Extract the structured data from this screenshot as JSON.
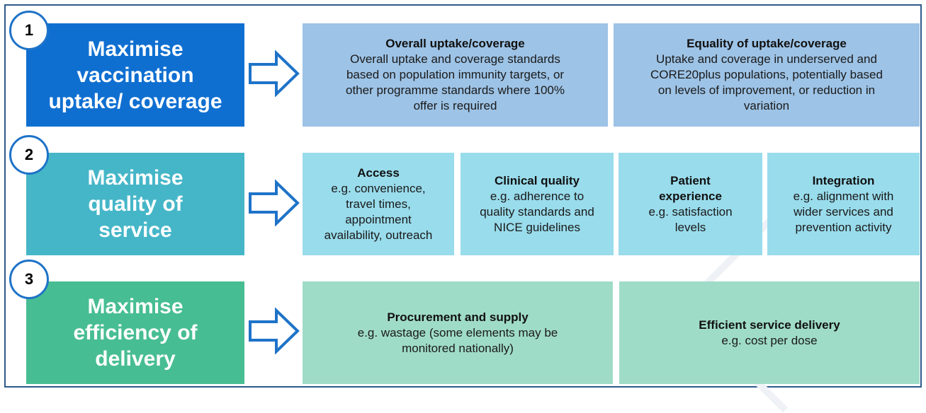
{
  "colors": {
    "frame": "#2e5a8c",
    "goal_1": "#0f6fd1",
    "goal_2": "#45b6c8",
    "goal_3": "#47bd93",
    "row_1_box": "#9dc3e6",
    "row_2_box": "#99dcec",
    "row_3_box": "#9fdcc7",
    "number_ring": "#1e73c8"
  },
  "rows": [
    {
      "number": "1",
      "goal_lines": [
        "Maximise",
        "vaccination",
        "uptake/ coverage"
      ],
      "boxes": [
        {
          "title": "Overall uptake/coverage",
          "lines": [
            "Overall uptake and coverage standards",
            "based on population immunity targets, or",
            "other programme standards where 100%",
            "offer is required"
          ]
        },
        {
          "title": "Equality of uptake/coverage",
          "lines": [
            "Uptake and coverage in underserved and",
            "CORE20plus populations, potentially based",
            "on levels of improvement, or reduction in",
            "variation"
          ]
        }
      ]
    },
    {
      "number": "2",
      "goal_lines": [
        "Maximise",
        "quality of",
        "service"
      ],
      "boxes": [
        {
          "title": "Access",
          "lines": [
            "e.g. convenience,",
            "travel times,",
            "appointment",
            "availability, outreach"
          ]
        },
        {
          "title": "Clinical quality",
          "lines": [
            "e.g. adherence to",
            "quality standards and",
            "NICE guidelines"
          ]
        },
        {
          "title": "Patient",
          "title_2": "experience",
          "lines": [
            "e.g. satisfaction",
            "levels"
          ]
        },
        {
          "title": "Integration",
          "lines": [
            "e.g. alignment with",
            "wider services and",
            "prevention activity"
          ]
        }
      ]
    },
    {
      "number": "3",
      "goal_lines": [
        "Maximise",
        "efficiency of",
        "delivery"
      ],
      "boxes": [
        {
          "title": "Procurement and supply",
          "lines": [
            "e.g. wastage (some elements may be",
            "monitored nationally)"
          ]
        },
        {
          "title": "Efficient service delivery",
          "lines": [
            "e.g. cost per dose"
          ]
        }
      ]
    }
  ]
}
